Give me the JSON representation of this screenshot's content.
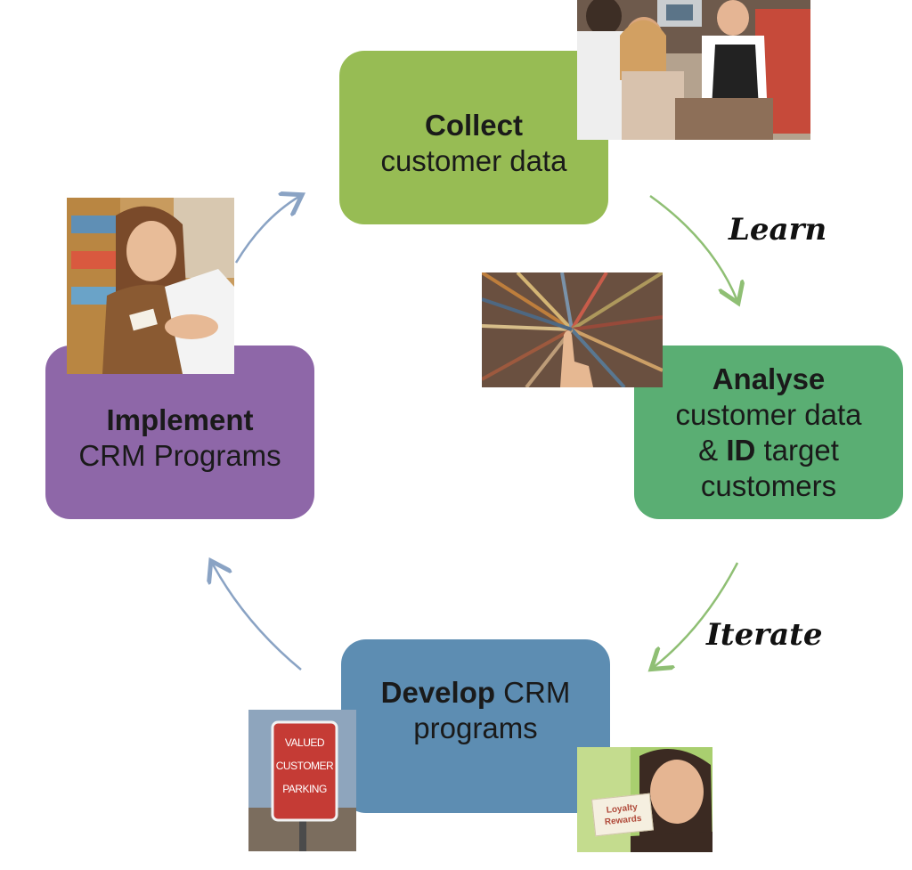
{
  "steps": {
    "collect": {
      "title": "Collect",
      "line1": "customer data",
      "color": "#97bc54"
    },
    "analyse": {
      "title": "Analyse",
      "line1": "customer data",
      "amp": "& ",
      "id": "ID",
      "line2_rest": " target",
      "line3": "customers",
      "color": "#5aae73"
    },
    "develop": {
      "title": "Develop",
      "title_rest": " CRM",
      "line1": "programs",
      "color": "#5d8db2"
    },
    "implement": {
      "title": "Implement",
      "line1": "CRM Programs",
      "color": "#8e67a8"
    }
  },
  "labels": {
    "learn": "Learn",
    "iterate": "Iterate"
  },
  "sign": {
    "line1": "VALUED",
    "line2": "CUSTOMER",
    "line3": "PARKING"
  },
  "card": {
    "line1": "Loyalty",
    "line2": "Rewards"
  },
  "colors": {
    "arrow_green": "#8fbf74",
    "arrow_blue": "#8aa3c4"
  }
}
